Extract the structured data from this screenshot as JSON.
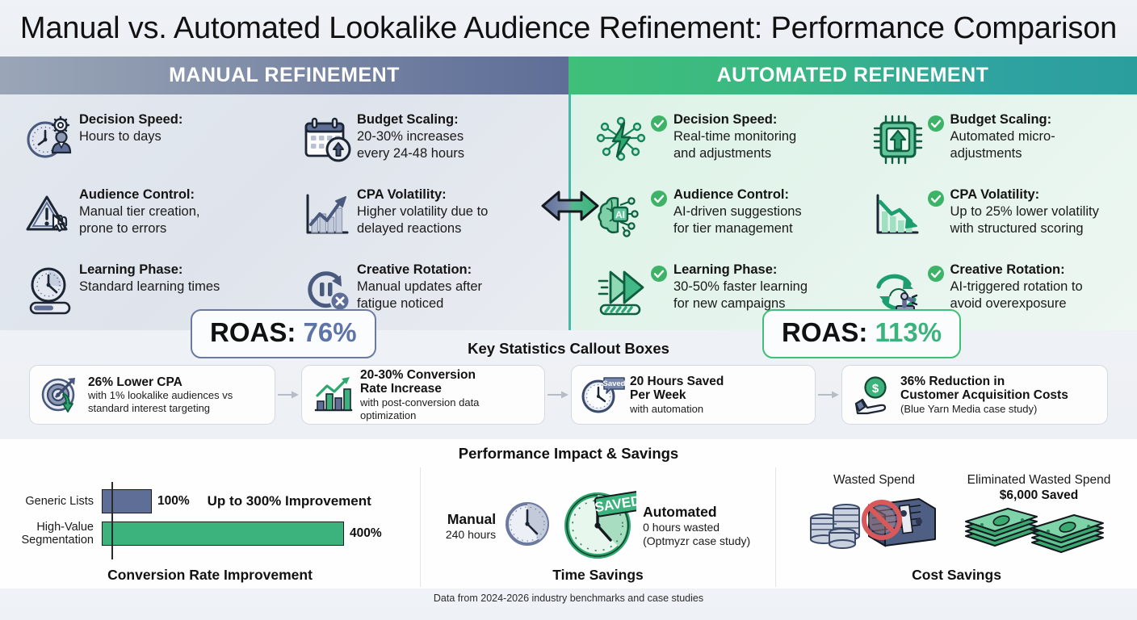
{
  "title": "Manual vs. Automated Lookalike Audience Refinement: Performance Comparison",
  "colors": {
    "manual_accent": "#5e6e96",
    "manual_value": "#5e74a8",
    "auto_accent": "#3fbf78",
    "auto_value": "#3cb37c",
    "auto_teal": "#2a9d9d",
    "check_green": "#3cb367"
  },
  "banners": {
    "manual": "MANUAL REFINEMENT",
    "automated": "AUTOMATED REFINEMENT"
  },
  "center_icon": "double-arrow-icon",
  "manual": {
    "features": [
      {
        "icon": "clock-gear-person-icon",
        "title": "Decision Speed:",
        "desc": "Hours to days"
      },
      {
        "icon": "warning-triangle-cursor-icon",
        "title": "Audience Control:",
        "desc": "Manual tier creation,\nprone to errors"
      },
      {
        "icon": "speedometer-progress-icon",
        "title": "Learning Phase:",
        "desc": "Standard learning times"
      },
      {
        "icon": "calendar-up-arrow-icon",
        "title": "Budget Scaling:",
        "desc": "20-30% increases\nevery 24-48 hours"
      },
      {
        "icon": "rising-volatility-chart-icon",
        "title": "CPA Volatility:",
        "desc": "Higher volatility due to\ndelayed reactions"
      },
      {
        "icon": "rotation-pause-x-icon",
        "title": "Creative Rotation:",
        "desc": "Manual updates after\nfatigue noticed"
      }
    ],
    "roas_label": "ROAS: ",
    "roas_value": "76%"
  },
  "automated": {
    "features": [
      {
        "icon": "lightning-network-icon",
        "title": "Decision Speed:",
        "desc": "Real-time monitoring\nand adjustments"
      },
      {
        "icon": "ai-brain-chip-icon",
        "title": "Audience Control:",
        "desc": "AI-driven suggestions\nfor tier management"
      },
      {
        "icon": "fast-forward-progress-icon",
        "title": "Learning Phase:",
        "desc": "30-50% faster learning\nfor new campaigns"
      },
      {
        "icon": "microchip-up-arrow-icon",
        "title": "Budget Scaling:",
        "desc": "Automated micro-\nadjustments"
      },
      {
        "icon": "falling-volatility-chart-icon",
        "title": "CPA Volatility:",
        "desc": "Up to 25% lower volatility\nwith structured scoring"
      },
      {
        "icon": "robot-arm-rotation-icon",
        "title": "Creative Rotation:",
        "desc": "AI-triggered rotation to\navoid overexposure"
      }
    ],
    "roas_label": "ROAS: ",
    "roas_value": "113%"
  },
  "key_stats": {
    "heading": "Key Statistics Callout Boxes",
    "cards": [
      {
        "icon": "target-down-arrow-icon",
        "headline": "26% Lower CPA",
        "sub": "with 1% lookalike audiences vs\nstandard interest targeting"
      },
      {
        "icon": "growth-bar-chart-icon",
        "headline": "20-30% Conversion\nRate Increase",
        "sub": "with post-conversion data\noptimization"
      },
      {
        "icon": "clock-saved-badge-icon",
        "headline": "20 Hours Saved\nPer Week",
        "sub": "with automation"
      },
      {
        "icon": "hand-coin-icon",
        "headline": "36% Reduction in\nCustomer Acquisition Costs",
        "sub": "(Blue Yarn Media case study)"
      }
    ]
  },
  "performance": {
    "heading": "Performance Impact & Savings",
    "time_savings": {
      "title": "Time Savings",
      "manual_label": "Manual",
      "manual_value": "240 hours",
      "auto_label": "Automated",
      "auto_value": "0 hours wasted",
      "auto_note": "(Optmyzr case study)",
      "badge": "SAVED"
    },
    "cost_savings": {
      "title": "Cost Savings",
      "wasted_label": "Wasted Spend",
      "eliminated_label": "Eliminated Wasted Spend",
      "saved_amount": "$6,000 Saved"
    }
  },
  "chart_data": {
    "type": "bar",
    "title": "Conversion Rate Improvement",
    "orientation": "horizontal",
    "categories": [
      "Generic Lists",
      "High-Value\nSegmentation"
    ],
    "values": [
      100,
      400
    ],
    "value_labels": [
      "100%",
      "400%"
    ],
    "colors": [
      "#5e6e96",
      "#3cb37c"
    ],
    "annotation": "Up to 300% Improvement",
    "xlabel": "",
    "ylabel": "",
    "xlim": [
      0,
      440
    ],
    "grid": false,
    "legend": "none"
  },
  "footer": "Data from 2024-2026 industry benchmarks and case studies"
}
